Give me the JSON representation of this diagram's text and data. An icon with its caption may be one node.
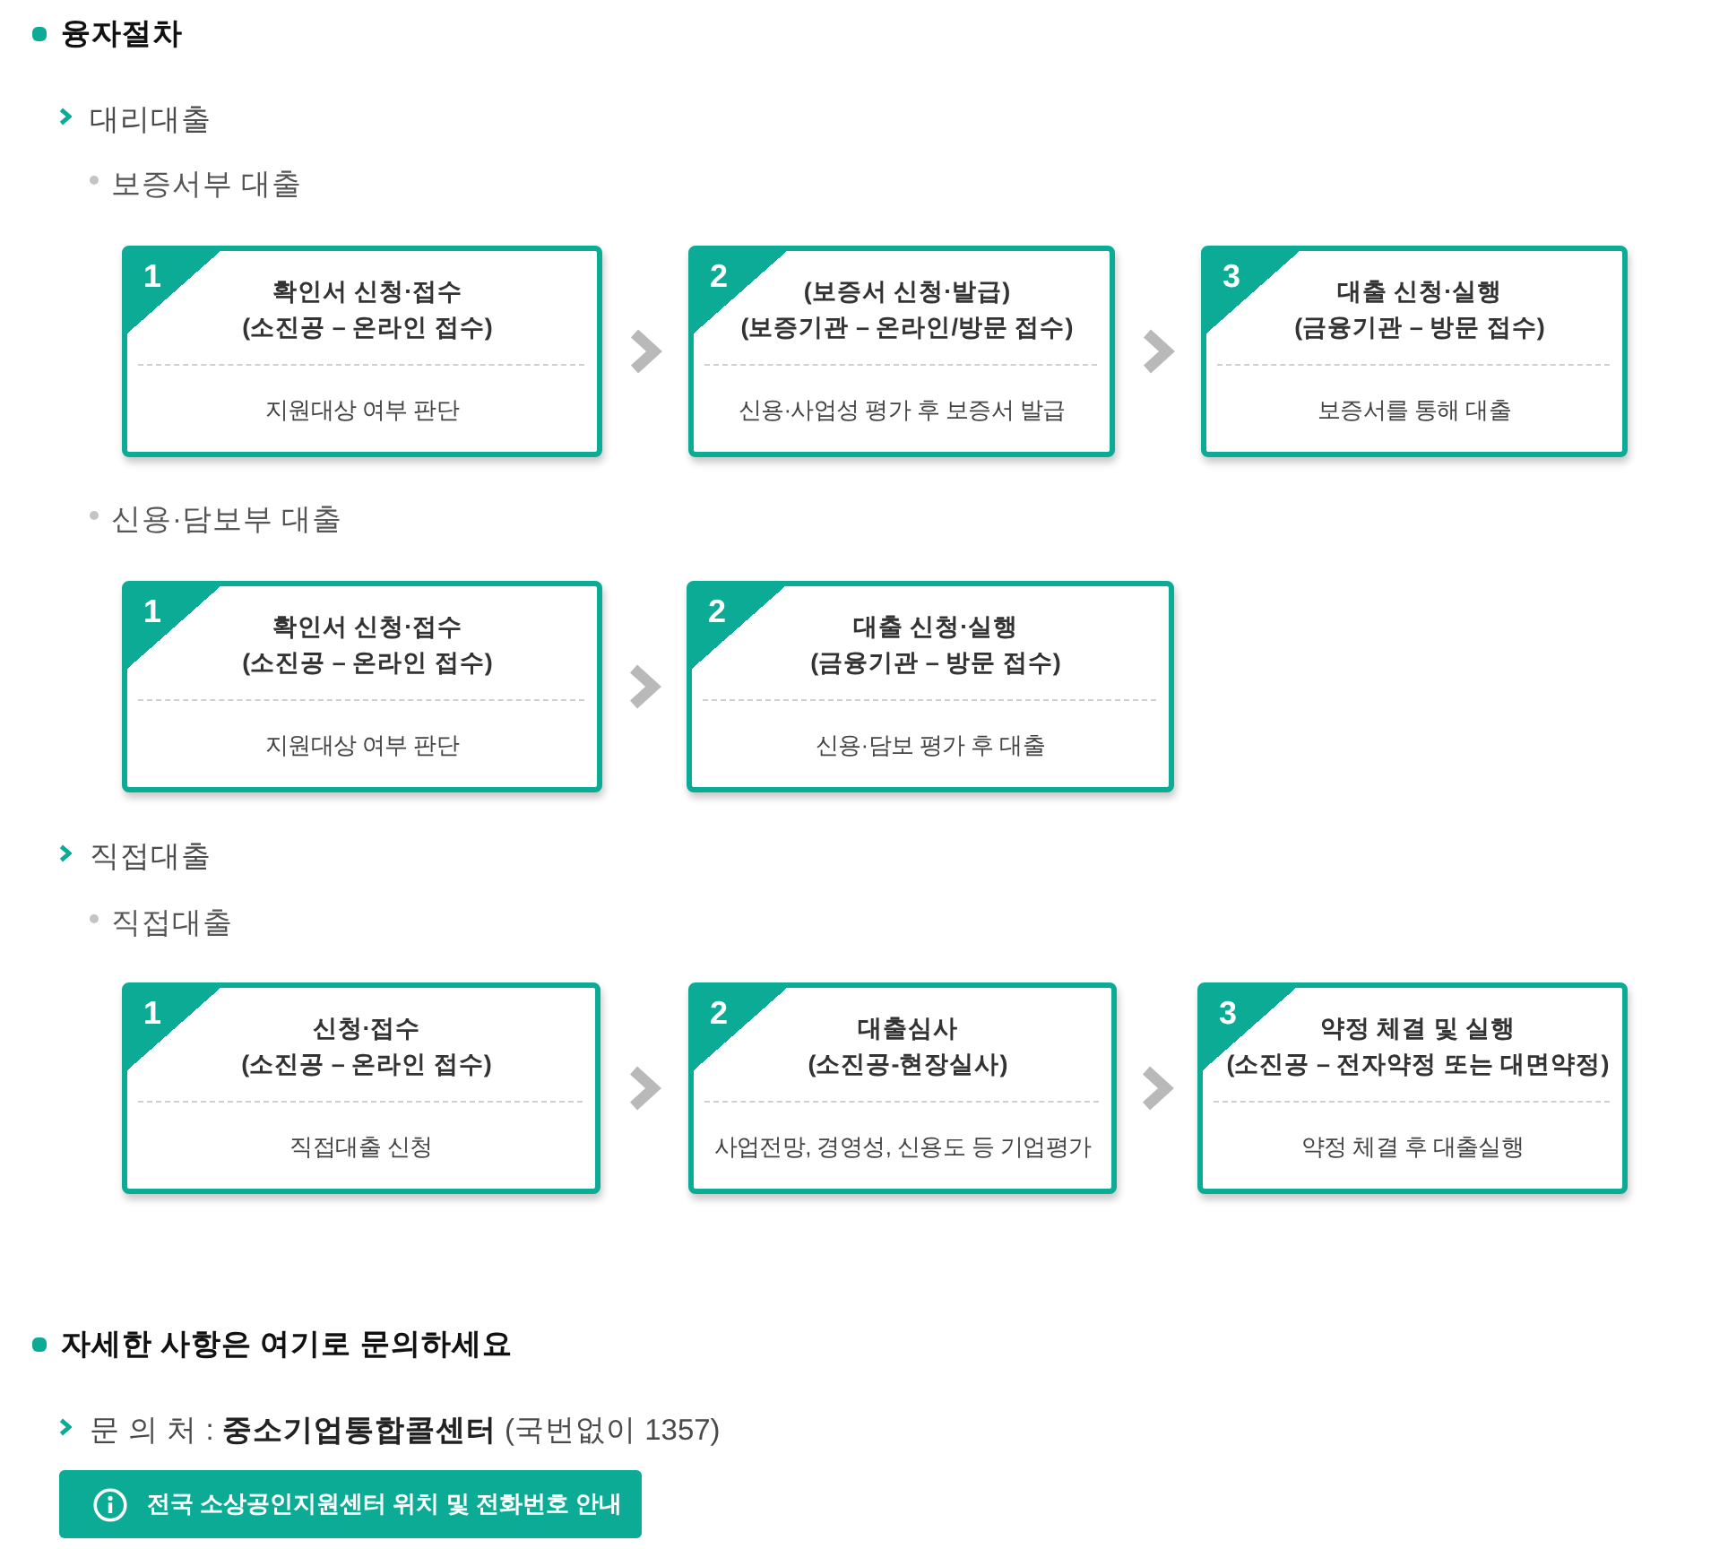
{
  "diagram": {
    "title": "융자절차",
    "nodes": [
      {
        "text": [
          "1",
          "확인서 신청·접수",
          "(소진공 – 온라인 접수)",
          "지원대상 여부 판단"
        ]
      },
      {
        "text": [
          "2",
          "(보증서 신청·발급)",
          "(보증기관 – 온라인/방문 접수)",
          "신용·사업성 평가 후 보증서 발급"
        ]
      },
      {
        "text": [
          "3",
          "대출 신청·실행",
          "(금융기관 – 방문 접수)",
          "보증서를 통해 대출"
        ]
      },
      {
        "text": [
          "1",
          "확인서 신청·접수",
          "(소진공 – 온라인 접수)",
          "지원대상 여부 판단"
        ]
      },
      {
        "text": [
          "2",
          "대출 신청·실행",
          "(금융기관 – 방문 접수)",
          "신용·담보 평가 후 대출"
        ]
      },
      {
        "text": [
          "1",
          "신청·접수",
          "(소진공 – 온라인 접수)",
          "직접대출 신청"
        ]
      },
      {
        "text": [
          "2",
          "대출심사",
          "(소진공-현장실사)",
          "사업전망, 경영성, 신용도 등 기업평가"
        ]
      },
      {
        "text": [
          "3",
          "약정 체결 및 실행",
          "(소진공 – 전자약정 또는 대면약정)",
          "약정 체결 후 대출실행"
        ]
      }
    ],
    "edges": [
      {
        "from": 0,
        "to": 1,
        "arrow": "to"
      },
      {
        "from": 1,
        "to": 2,
        "arrow": "to"
      },
      {
        "from": 3,
        "to": 4,
        "arrow": "to"
      },
      {
        "from": 5,
        "to": 6,
        "arrow": "to"
      },
      {
        "from": 6,
        "to": 7,
        "arrow": "to"
      }
    ],
    "labels": [
      "대리대출",
      "보증서부 대출",
      "신용·담보부 대출",
      "직접대출",
      "직접대출",
      "자세한 사항은 여기로 문의하세요",
      "문 의 처 : **중소기업통합콜센터** (국번없이 1357)",
      "전국 소상공인지원센터 위치 및 전화번호 안내"
    ]
  }
}
